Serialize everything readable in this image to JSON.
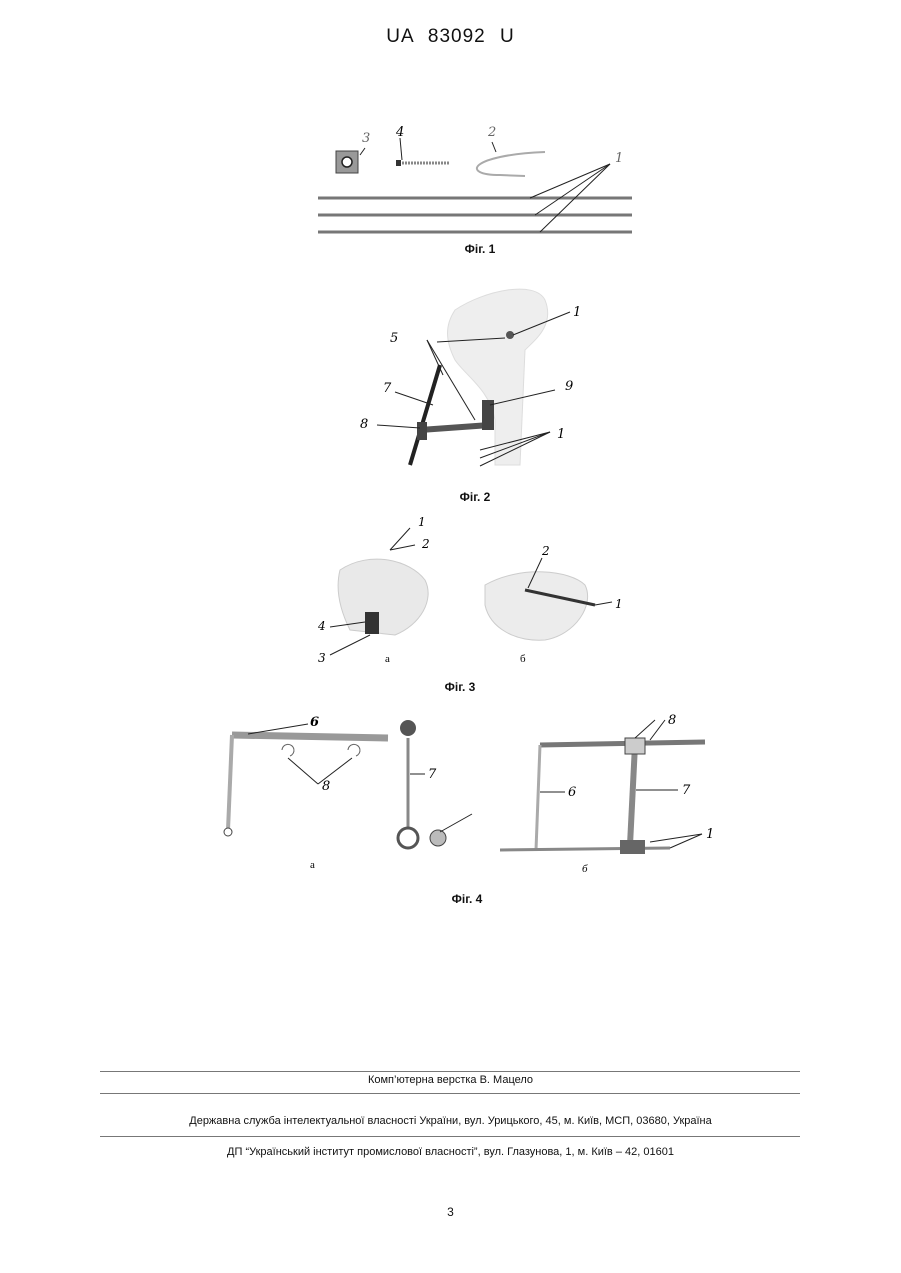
{
  "header": {
    "patent_number": "UA   83092   U"
  },
  "figures": {
    "fig1": {
      "caption": "Фіг. 1",
      "labels": [
        "3",
        "4",
        "2",
        "1"
      ]
    },
    "fig2": {
      "caption": "Фіг. 2",
      "labels": [
        "1",
        "5",
        "7",
        "9",
        "8",
        "1"
      ]
    },
    "fig3": {
      "caption": "Фіг. 3",
      "labels": [
        "1",
        "2",
        "4",
        "3",
        "2",
        "1"
      ],
      "sub_a": "а",
      "sub_b": "б"
    },
    "fig4": {
      "caption": "Фіг. 4",
      "labels": [
        "6",
        "7",
        "8",
        "8",
        "6",
        "7",
        "1"
      ],
      "sub_a": "а",
      "sub_b": "б"
    }
  },
  "footer": {
    "layout": "Комп’ютерна верстка В. Мацело",
    "agency": "Державна служба інтелектуальної власності України, вул. Урицького, 45, м. Київ, МСП, 03680, Україна",
    "institute": "ДП “Український інститут промислової власності”, вул. Глазунова, 1, м. Київ – 42, 01601"
  },
  "page_number": "3"
}
